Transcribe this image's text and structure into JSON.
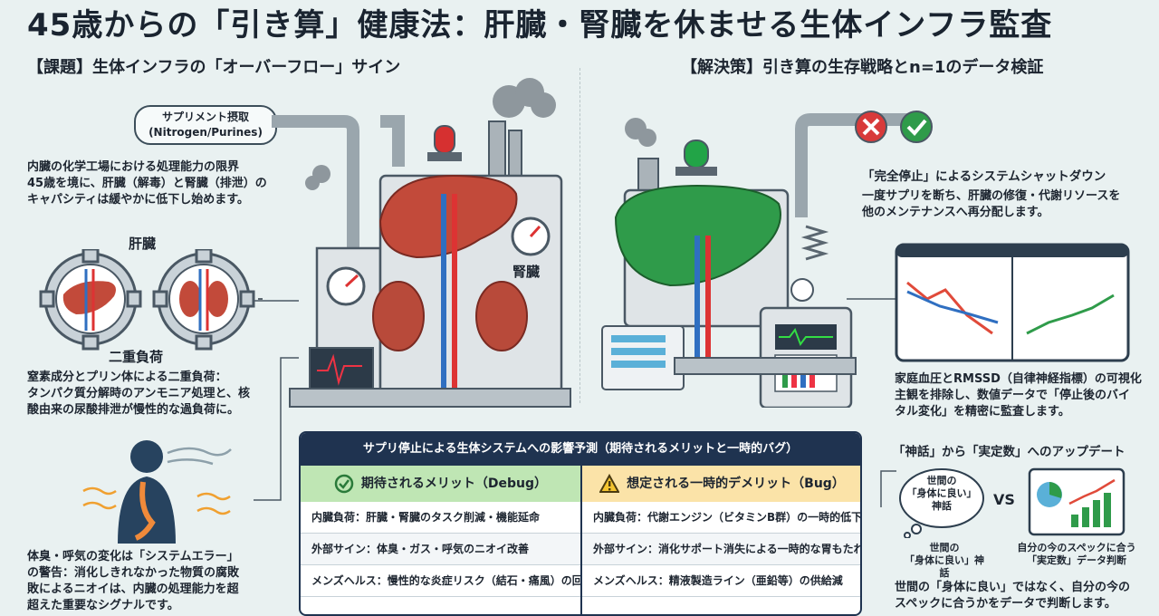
{
  "title": "45歳からの「引き算」健康法：肝臓・腎臓を休ませる生体インフラ監査",
  "left": {
    "heading": "【課題】生体インフラの「オーバーフロー」サイン",
    "supplement_pill": [
      "サプリメント摂取",
      "(Nitrogen/Purines)"
    ],
    "intro": [
      "内臓の化学工場における処理能力の限界",
      "45歳を境に、肝臓（解毒）と腎臓（排泄）の",
      "キャパシティは緩やかに低下し始めます。"
    ],
    "liver_label": "肝臓",
    "double_load_label": "二重負荷",
    "double_load_text": [
      "窒素成分とプリン体による二重負荷：",
      "タンパク質分解時のアンモニア処理と、核",
      "酸由来の尿酸排泄が慢性的な過負荷に。"
    ],
    "odor_text": [
      "体臭・呼気の変化は「システムエラー」",
      "の警告：消化しきれなかった物質の腐敗",
      "敗によるニオイは、内臓の処理能力を超",
      "超えた重要なシグナルです。"
    ],
    "factory_kidney_label": "腎臓"
  },
  "right": {
    "heading": "【解決策】引き算の生存戦略とn=1のデータ検証",
    "shutdown_title": "「完全停止」によるシステムシャットダウン",
    "shutdown_text": [
      "一度サプリを断ち、肝臓の修復・代謝リソースを",
      "他のメンテナンスへ再分配します。"
    ],
    "vitals_text": [
      "家庭血圧とRMSSD（自律神経指標）の可視化",
      "主観を排除し、数値データで「停止後のバイ",
      "タル変化」を精密に監査します。"
    ],
    "update_heading": "「神話」から「実定数」へのアップデート",
    "bubble_text": [
      "世間の",
      "「身体に良い」",
      "神話"
    ],
    "vs": "VS",
    "myth_caption": [
      "世間の",
      "「身体に良い」神話"
    ],
    "spec_caption": [
      "自分の今のスペックに合う",
      "「実定数」データ判断"
    ],
    "bottom_text": [
      "世間の「身体に良い」ではなく、自分の今の",
      "スペックに合うかをデータで判断します。"
    ]
  },
  "panel": {
    "title": "サプリ停止による生体システムへの影響予測（期待されるメリットと一時的バグ）",
    "merit_head": "期待されるメリット（Debug）",
    "demerit_head": "想定される一時的デメリット（Bug）",
    "merits": [
      "内臓負荷：肝臓・腎臓のタスク削減・機能延命",
      "外部サイン：体臭・ガス・呼気のニオイ改善",
      "メンズヘルス：慢性的な炎症リスク（結石・痛風）の回避"
    ],
    "demerits": [
      "内臓負荷：代謝エンジン（ビタミンB群）の一時的低下",
      "外部サイン：消化サポート消失による一時的な胃もたれ",
      "メンズヘルス：精液製造ライン（亜鉛等）の供給減"
    ]
  },
  "colors": {
    "navy": "#1f3350",
    "merit_bg": "#bfe6b4",
    "demerit_bg": "#fbe3a8",
    "liver_red": "#c24a3a",
    "liver_green": "#2f9b4a"
  }
}
